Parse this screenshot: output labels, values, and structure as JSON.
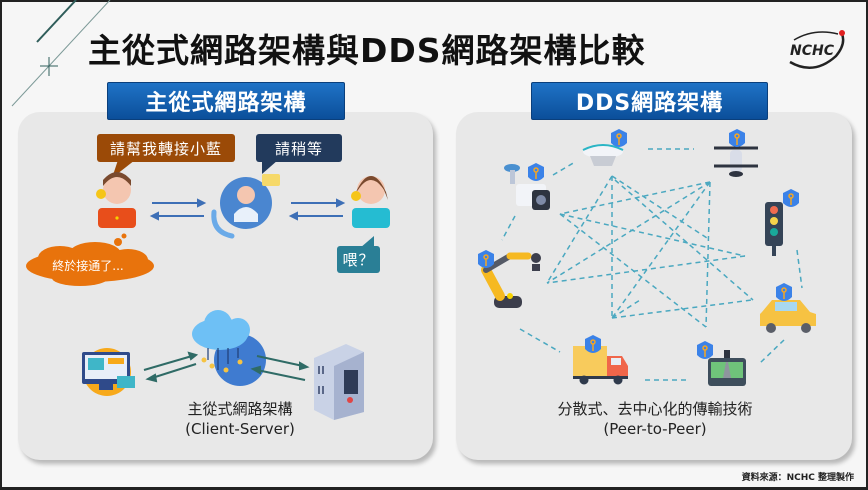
{
  "title": "主從式網路架構與DDS網路架構比較",
  "logo": {
    "text": "NCHC",
    "accent_color": "#e02020"
  },
  "left_panel": {
    "heading": "主從式網路架構",
    "bubbles": {
      "caller_request": "請幫我轉接小藍",
      "operator_reply": "請稍等",
      "receiver_reply": "喂？",
      "caller_thought": "終於接通了..."
    },
    "caption_line1": "主從式網路架構",
    "caption_line2": "(Client-Server)"
  },
  "right_panel": {
    "heading": "DDS網路架構",
    "nodes": [
      "surveillance-camera",
      "smoke-detector",
      "drone",
      "traffic-light",
      "robot-arm",
      "car",
      "delivery-truck",
      "dashcam"
    ],
    "caption_line1": "分散式、去中心化的傳輸技術",
    "caption_line2": "(Peer-to-Peer)"
  },
  "source_note": "資料來源：NCHC 整理製作",
  "colors": {
    "heading_bg": "#0b5aa8",
    "request_bubble": "#9b4a07",
    "operator_bubble": "#223a5c",
    "receiver_bubble": "#2a7f96",
    "thought_cloud": "#e8730c",
    "p2p_link": "#4aa8c0",
    "arrow_blue": "#3d6fb6",
    "arrow_teal": "#2f6b66"
  }
}
